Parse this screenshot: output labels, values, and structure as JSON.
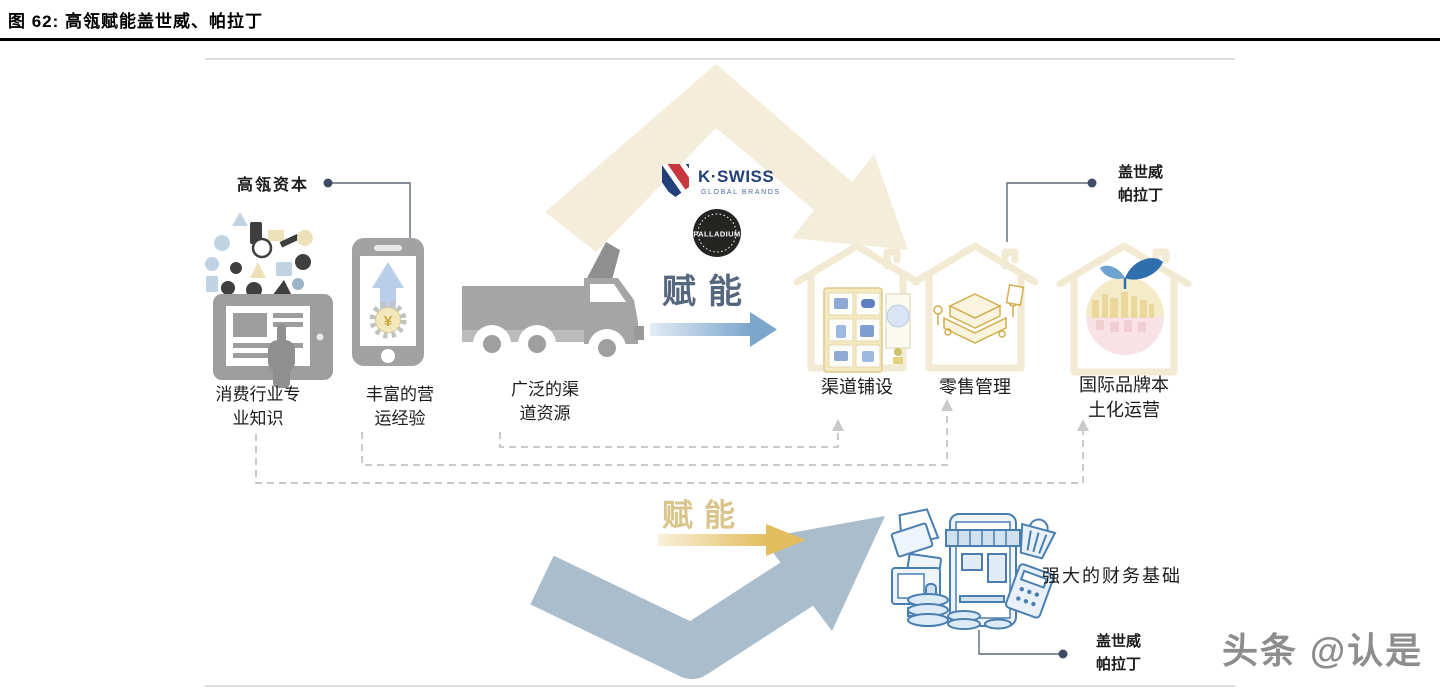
{
  "figure_title": "图 62: 高瓴赋能盖世威、帕拉丁",
  "hillhouse_label": "高瓴资本",
  "capabilities": [
    {
      "line1": "消费行业专",
      "line2": "业知识"
    },
    {
      "line1": "丰富的营",
      "line2": "运经验"
    },
    {
      "line1": "广泛的渠",
      "line2": "道资源"
    }
  ],
  "empower": {
    "top": "赋能",
    "bottom": "赋能"
  },
  "brands": {
    "kswiss_name": "K·SWISS",
    "kswiss_sub": "GLOBAL BRANDS",
    "palladium_name": "PALLADIUM"
  },
  "outputs": [
    {
      "line1": "渠道铺设",
      "line2": ""
    },
    {
      "line1": "零售管理",
      "line2": ""
    },
    {
      "line1": "国际品牌本",
      "line2": "土化运营"
    }
  ],
  "brand_callout_top": {
    "line1": "盖世威",
    "line2": "帕拉丁"
  },
  "brand_callout_bottom": {
    "line1": "盖世威",
    "line2": "帕拉丁"
  },
  "financial_label": "强大的财务基础",
  "phone_coin_symbol": "¥",
  "watermark": "头条 @认是",
  "colors": {
    "kswiss_navy": "#23407a",
    "kswiss_red": "#c8373e",
    "cream_arrow": "#f3edd9",
    "steel_blue_arrow": "#a9bdcc",
    "gold_text": "#d9c48b",
    "empower_blue_text": "#55667e",
    "dashed_line": "#c9c9c9",
    "house_outline": "#f2ead2",
    "finance_blue": "#4a7eb0"
  }
}
